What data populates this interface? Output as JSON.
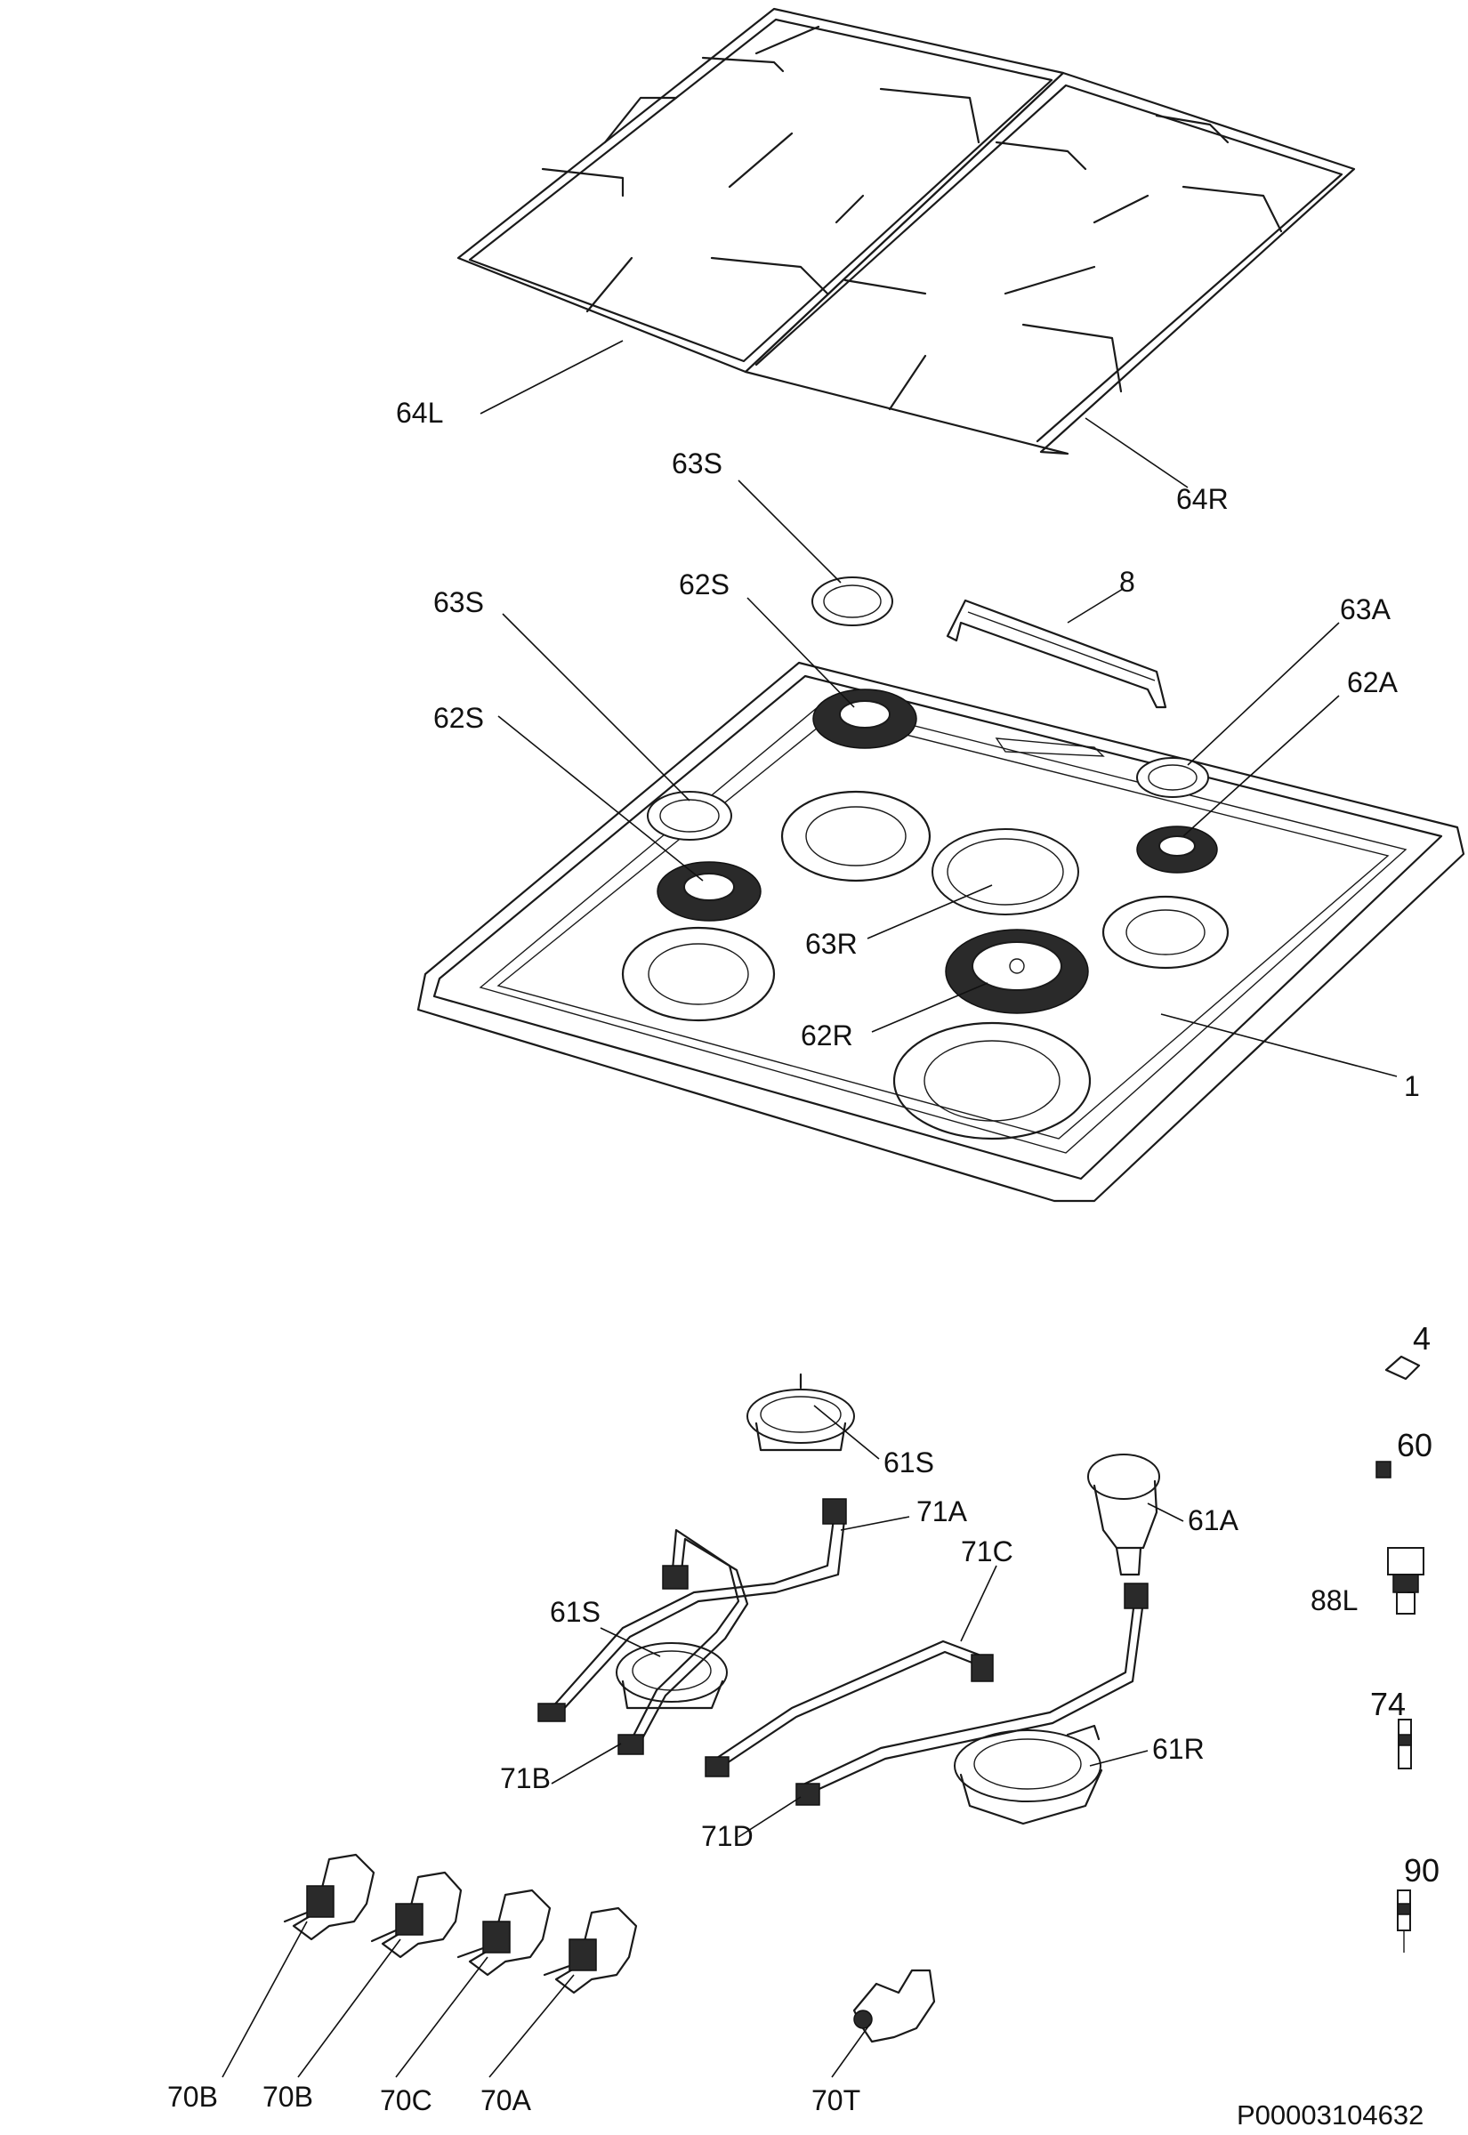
{
  "labels": {
    "l64L": "64L",
    "l64R": "64R",
    "l63S_top": "63S",
    "l8": "8",
    "l63S_left": "63S",
    "l62S_top": "62S",
    "l63A": "63A",
    "l62A": "62A",
    "l62S_left": "62S",
    "l63R": "63R",
    "l62R": "62R",
    "l1": "1",
    "l4": "4",
    "l60": "60",
    "l61S_top": "61S",
    "l61A": "61A",
    "l71A": "71A",
    "l71C": "71C",
    "l88L": "88L",
    "l61S_mid": "61S",
    "l74": "74",
    "l61R": "61R",
    "l71B": "71B",
    "l71D": "71D",
    "l90": "90",
    "l70B_1": "70B",
    "l70B_2": "70B",
    "l70C": "70C",
    "l70A": "70A",
    "l70T": "70T"
  },
  "document_code": "P00003104632"
}
